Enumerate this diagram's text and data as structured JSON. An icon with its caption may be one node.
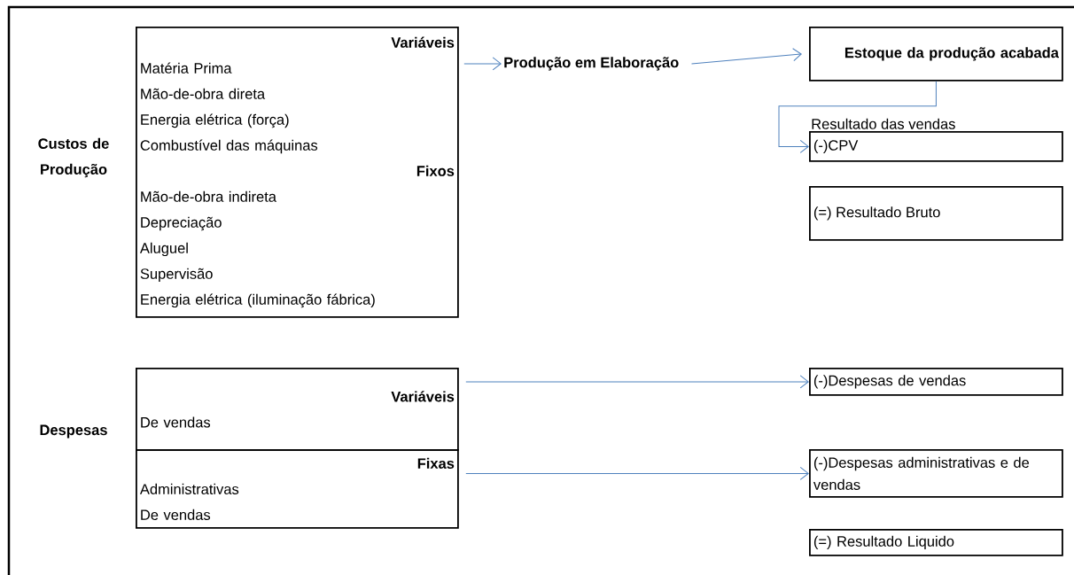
{
  "diagram": {
    "nodes": [
      {
        "text": [
          "Variáveis",
          "Matéria Prima",
          "Mão-de-obra direta",
          "Energia elétrica (força)",
          "Combustível das máquinas",
          "Fixos",
          "Mão-de-obra indireta",
          "Depreciação",
          "Aluguel",
          "Supervisão",
          "Energia elétrica (iluminação fábrica)"
        ]
      },
      {
        "text": [
          "Produção em Elaboração"
        ]
      },
      {
        "text": [
          "Estoque da produção acabada"
        ]
      },
      {
        "text": [
          "(-)CPV"
        ],
        "beside": [
          "Resultado das vendas"
        ]
      },
      {
        "text": [
          "(=) Resultado Bruto"
        ]
      },
      {
        "text": [
          "Variáveis",
          "De vendas"
        ]
      },
      {
        "text": [
          "Fixas",
          "Administrativas",
          "De vendas"
        ]
      },
      {
        "text": [
          "(-)Despesas de vendas"
        ]
      },
      {
        "text": [
          "(-)Despesas administrativas e de vendas"
        ]
      },
      {
        "text": [
          "(=) Resultado Liquido"
        ]
      }
    ],
    "edges": [
      {
        "from": 0,
        "to": 1,
        "arrow": "to"
      },
      {
        "from": 1,
        "to": 2,
        "arrow": "to"
      },
      {
        "from": 2,
        "to": 3,
        "arrow": "to"
      },
      {
        "from": 5,
        "to": 7,
        "arrow": "to"
      },
      {
        "from": 6,
        "to": 8,
        "arrow": "to"
      }
    ],
    "labels": [
      "Custos de Produção",
      "Despesas"
    ]
  }
}
